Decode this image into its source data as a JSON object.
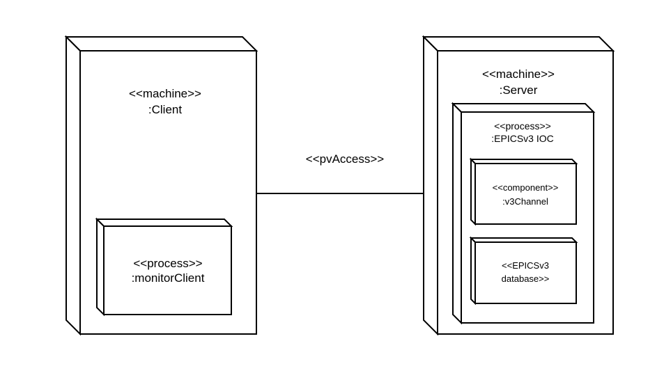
{
  "nodes": {
    "client": {
      "stereotype": "<<machine>>",
      "name": ":Client",
      "process": {
        "stereotype": "<<process>>",
        "name": ":monitorClient"
      }
    },
    "server": {
      "stereotype": "<<machine>>",
      "name": ":Server",
      "process": {
        "stereotype": "<<process>>",
        "name": ":EPICSv3 IOC",
        "component": {
          "stereotype": "<<component>>",
          "name": ":v3Channel"
        },
        "database": {
          "line1": "<<EPICSv3",
          "line2": "database>>"
        }
      }
    }
  },
  "connector": {
    "label": "<<pvAccess>>"
  }
}
